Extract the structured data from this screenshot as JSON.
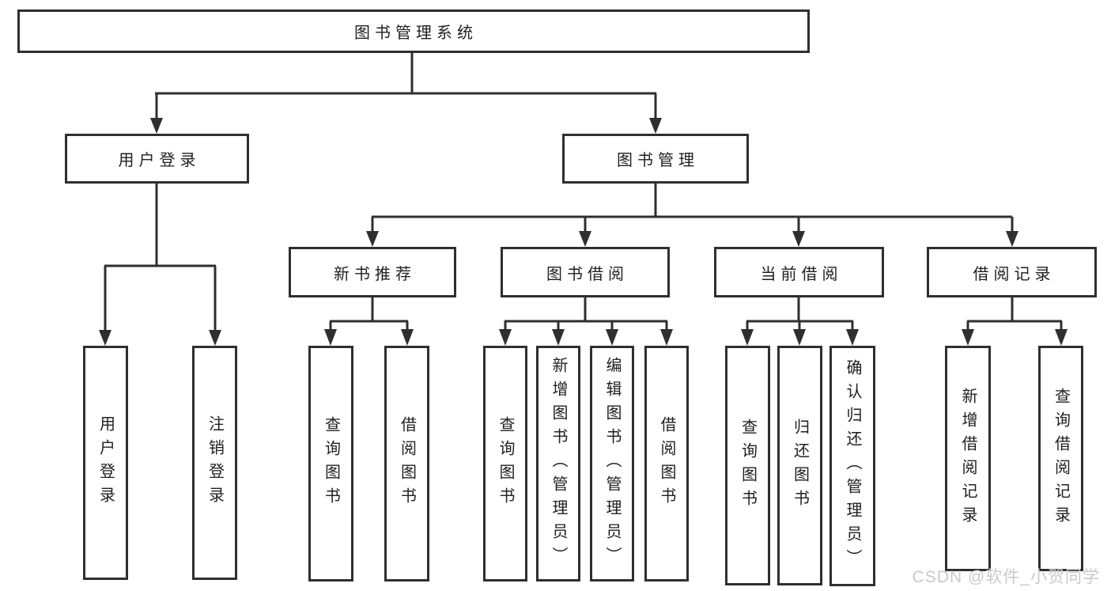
{
  "tree": {
    "label": "图书管理系统",
    "children": [
      {
        "label": "用户登录",
        "children": [
          {
            "label": "用户登录"
          },
          {
            "label": "注销登录"
          }
        ]
      },
      {
        "label": "图书管理",
        "children": [
          {
            "label": "新书推荐",
            "children": [
              {
                "label": "查询图书"
              },
              {
                "label": "借阅图书"
              }
            ]
          },
          {
            "label": "图书借阅",
            "children": [
              {
                "label": "查询图书"
              },
              {
                "label": "新增图书（管理员）"
              },
              {
                "label": "编辑图书（管理员）"
              },
              {
                "label": "借阅图书"
              }
            ]
          },
          {
            "label": "当前借阅",
            "children": [
              {
                "label": "查询图书"
              },
              {
                "label": "归还图书"
              },
              {
                "label": "确认归还（管理员）"
              }
            ]
          },
          {
            "label": "借阅记录",
            "children": [
              {
                "label": "新增借阅记录"
              },
              {
                "label": "查询借阅记录"
              }
            ]
          }
        ]
      }
    ]
  },
  "watermark": {
    "text": "CSDN @软件_小贺同学",
    "color": "#c6c9cf"
  },
  "colors": {
    "background": "#ffffff",
    "box_border": "#2f2f2f",
    "connector": "#2f2f2f",
    "text": "#1f1f1f"
  }
}
